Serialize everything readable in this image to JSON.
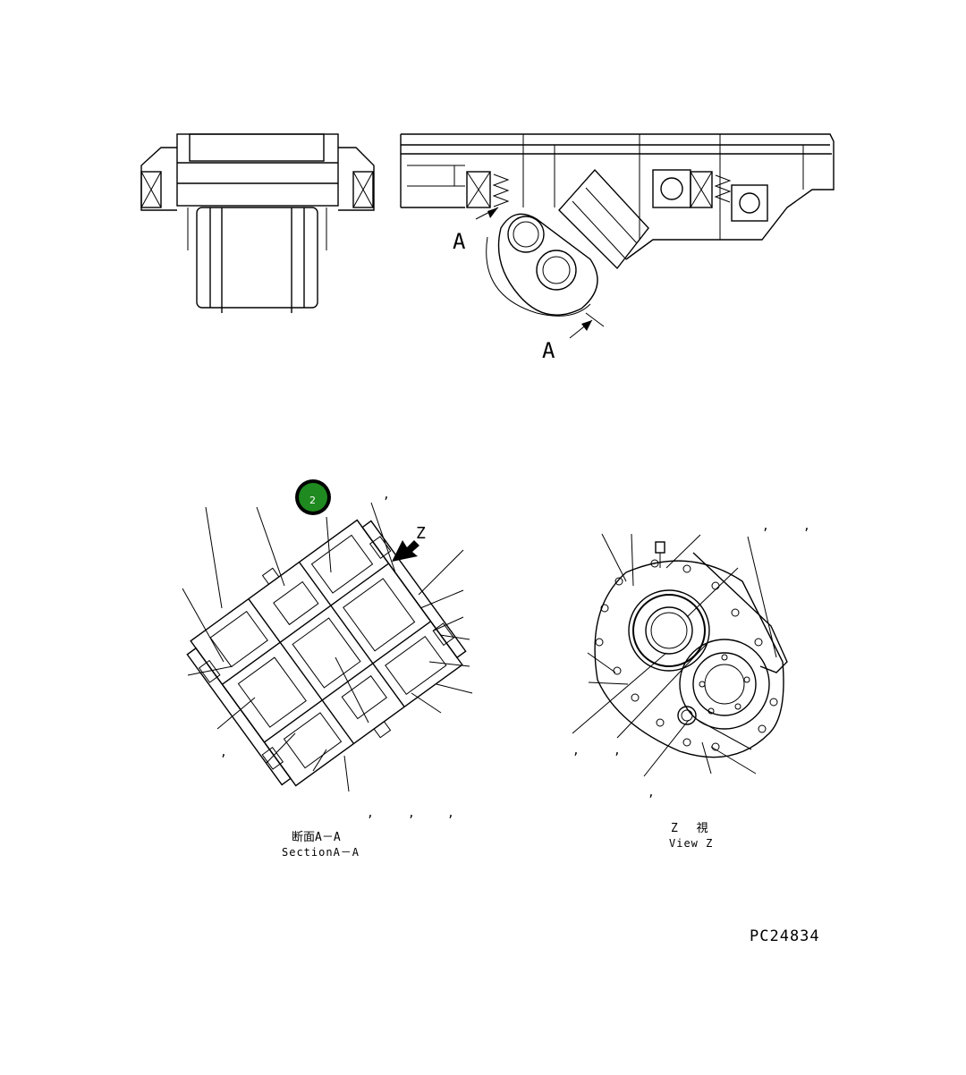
{
  "section_mark": "A",
  "view_arrow_label": "Z",
  "callout": {
    "number": "2",
    "color": "#1f8a1f"
  },
  "section_caption": {
    "jp": "断面A－A",
    "en": "SectionA－A"
  },
  "view_caption": {
    "jp": "Z　 視",
    "en": "View Z"
  },
  "drawing_number": "PC24834",
  "comma": ","
}
